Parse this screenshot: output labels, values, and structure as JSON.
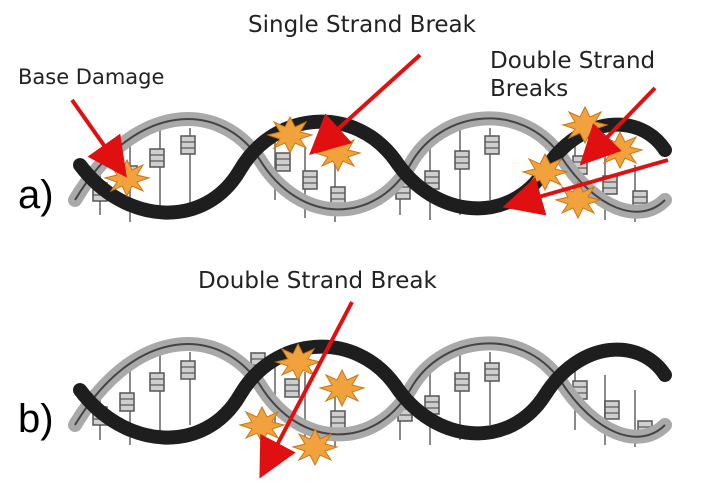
{
  "panels": [
    {
      "letter": "a)",
      "labels": {
        "base_damage": "Base Damage",
        "single_strand_break": "Single Strand Break",
        "double_strand_breaks_line1": "Double Strand",
        "double_strand_breaks_line2": "Breaks"
      }
    },
    {
      "letter": "b)",
      "labels": {
        "double_strand_break": "Double Strand Break"
      }
    }
  ],
  "colors": {
    "arrow": "#e01010",
    "damage_burst": "#f2a23c",
    "damage_burst_edge": "#c9781a",
    "strand_dark": "#1e1e1e",
    "strand_light": "#a9a9a9",
    "base_pair": "#8a8a8a"
  },
  "icons": [
    "dna-helix-icon",
    "damage-burst-icon",
    "arrow-icon"
  ]
}
